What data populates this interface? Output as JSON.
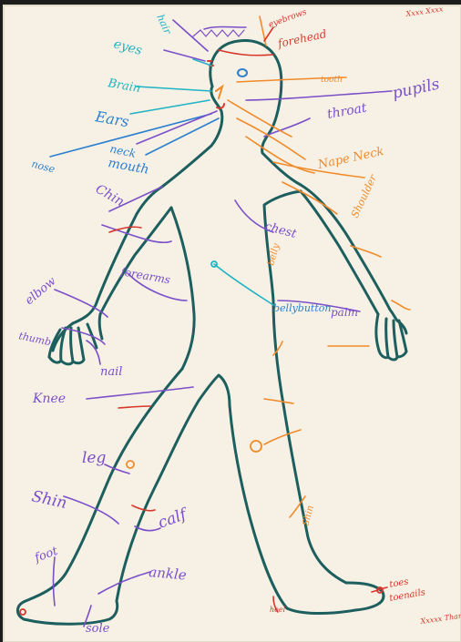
{
  "colors": {
    "paper": "#f6f1e4",
    "outline": "#1d5e5e",
    "purple": "#7b4fc9",
    "teal": "#1fb3c4",
    "blue": "#2c7fcf",
    "orange": "#f08a2a",
    "red": "#d8362b",
    "magenta": "#b0307a"
  },
  "labels": {
    "hair": "hair",
    "eyebrows": "eyebrows",
    "forehead": "forehead",
    "eyes": "eyes",
    "brain": "Brain",
    "ears": "Ears",
    "nose": "nose",
    "neck": "neck",
    "mouth": "mouth",
    "tooth": "tooth",
    "pupils": "pupils",
    "throat": "throat",
    "nape_neck": "Nape Neck",
    "shoulder": "Shoulder",
    "chin": "Chin",
    "chest": "chest",
    "belly": "belly",
    "forearms": "forearms",
    "elbow": "elbow",
    "thumb": "thumb",
    "nail": "nail",
    "bellybutton": "bellybutton",
    "palm": "palm",
    "knee": "Knee",
    "leg": "leg",
    "shin": "Shin",
    "calf": "calf",
    "foot": "foot",
    "ankle": "ankle",
    "sole": "sole",
    "toes": "toes",
    "toenails": "toenails",
    "heel": "heel",
    "author": "Xxxxx Thame",
    "corner": "Xxxx Xxxx"
  }
}
